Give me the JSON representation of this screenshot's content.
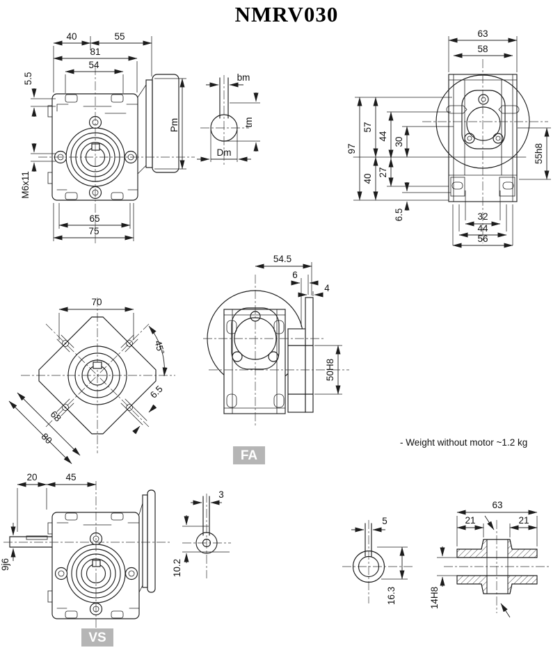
{
  "title": "NMRV030",
  "note": "- Weight without motor ~1.2 kg",
  "colors": {
    "line": "#1c1c1c",
    "badge_bg": "#b5b5b5",
    "badge_text": "#ffffff",
    "background": "#ffffff"
  },
  "badges": {
    "fa": "FA",
    "vs": "VS"
  },
  "front_view": {
    "dim_top_left": "40",
    "dim_top_right": "55",
    "dim_width_81": "81",
    "dim_width_54": "54",
    "dim_tab_5_5": "5.5",
    "dim_tap_m6": "M6x11",
    "dim_bottom_65": "65",
    "dim_bottom_75": "75",
    "dim_flange_pm": "Pm"
  },
  "motor_bore_view": {
    "dim_key_width": "bm",
    "dim_key_depth": "tm",
    "dim_bore_dia": "Dm"
  },
  "rear_view": {
    "dim_top_63": "63",
    "dim_top_58": "58",
    "dim_h_97": "97",
    "dim_h_57": "57",
    "dim_h_44": "44",
    "dim_h_30": "30",
    "dim_h_40": "40",
    "dim_h_27": "27",
    "dim_h_6_5": "6.5",
    "dim_b_32": "32",
    "dim_b_44": "44",
    "dim_b_56": "56",
    "dim_spigot": "55h8"
  },
  "flange45_view": {
    "dim_70": "70",
    "dim_angle": "45°",
    "dim_68": "68",
    "dim_80": "80",
    "dim_slot_6_5": "6.5"
  },
  "fa_view": {
    "dim_54_5": "54.5",
    "dim_6": "6",
    "dim_4": "4",
    "dim_bore": "50H8"
  },
  "vs_view": {
    "dim_20": "20",
    "dim_45": "45",
    "dim_shaft": "9j6"
  },
  "vs_key_section": {
    "dim_3": "3",
    "dim_10_2": "10.2"
  },
  "output_key_section": {
    "dim_5": "5",
    "dim_16_3": "16.3"
  },
  "hollow_shaft": {
    "dim_63": "63",
    "dim_21_left": "21",
    "dim_21_right": "21",
    "dim_bore": "14H8"
  }
}
